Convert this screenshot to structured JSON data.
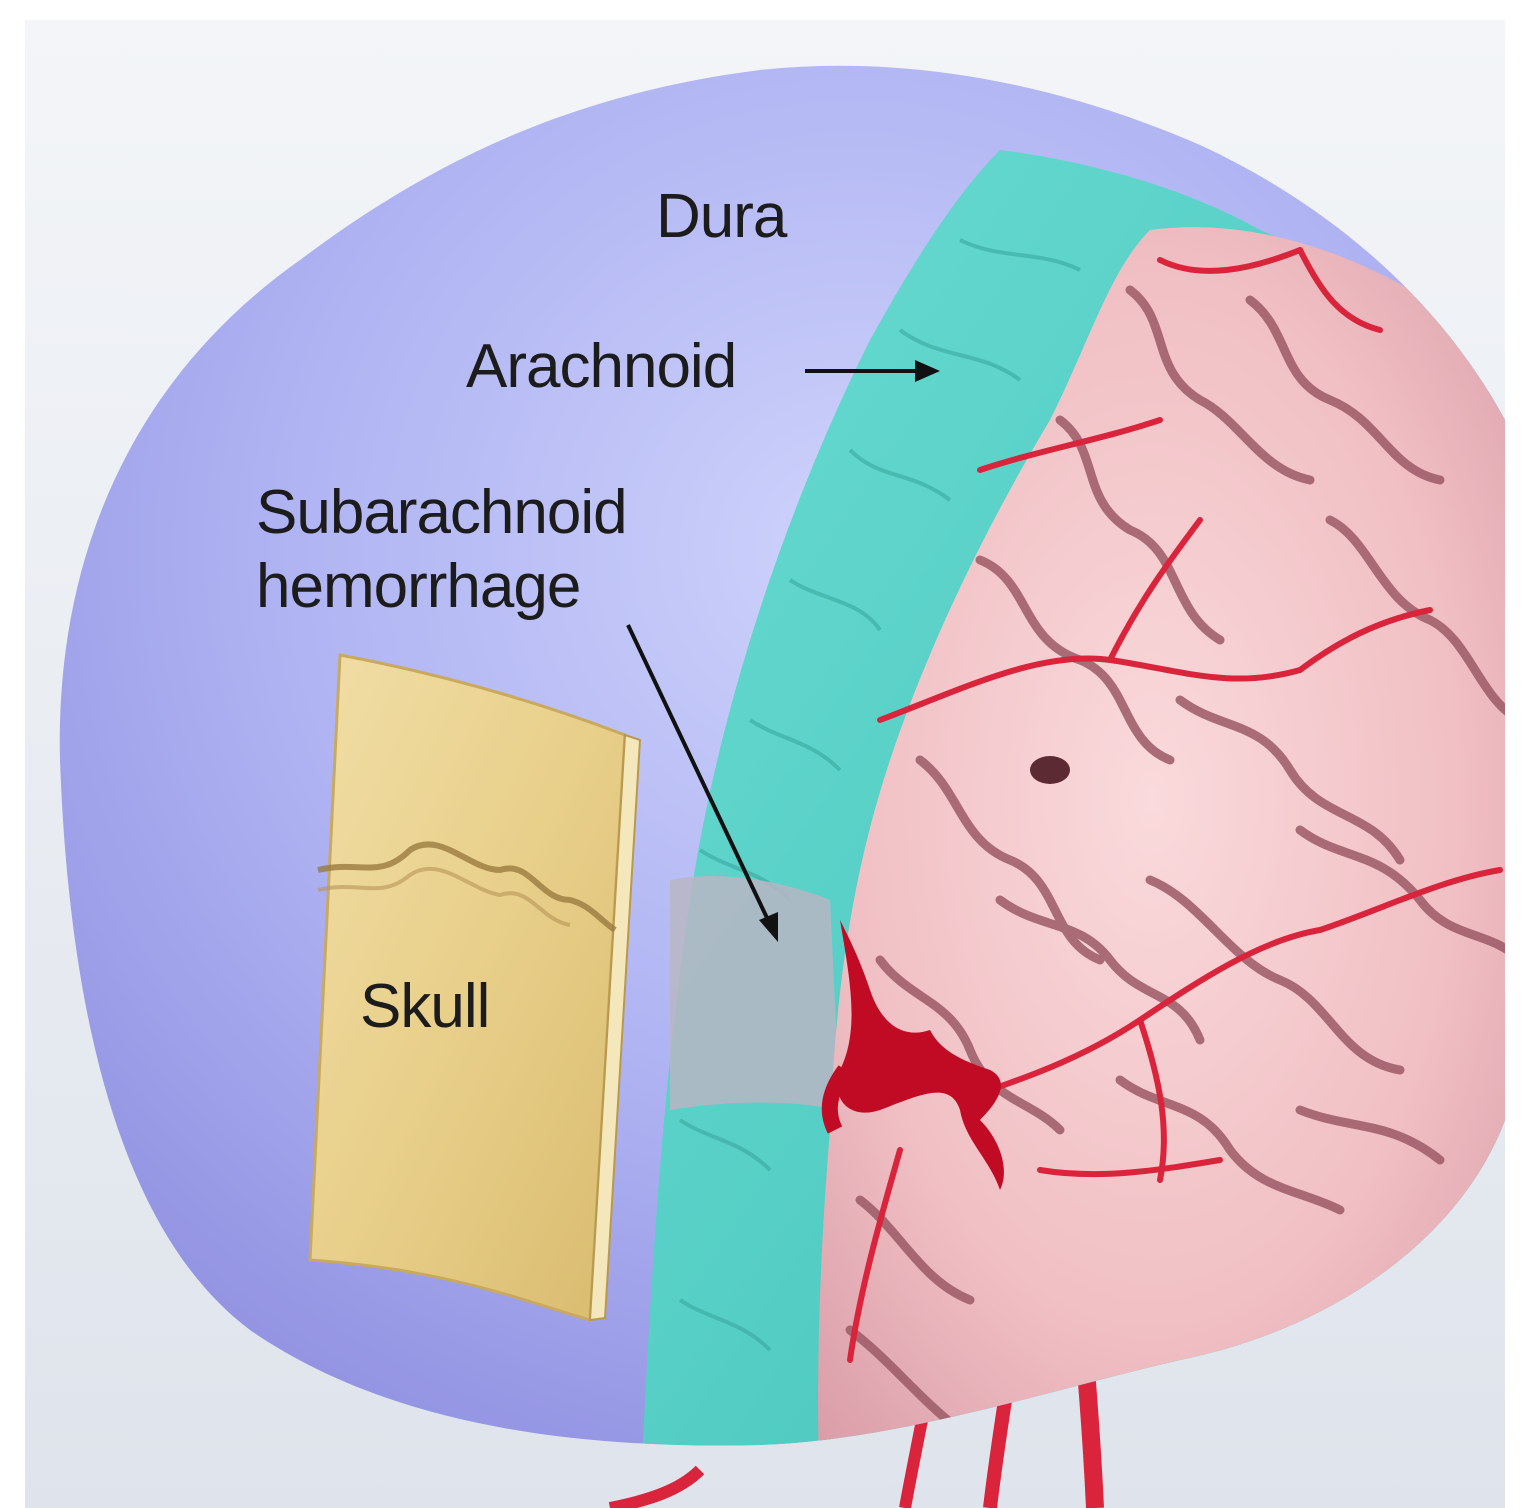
{
  "labels": {
    "dura": "Dura",
    "arachnoid": "Arachnoid",
    "subarachnoid_line1": "Subarachnoid",
    "subarachnoid_line2": "hemorrhage",
    "skull": "Skull"
  },
  "colors": {
    "background": "#e9ecf3",
    "dura": "#a6a9ee",
    "arachnoid": "#57d2c8",
    "brain": "#f2c3c6",
    "sulci": "#b9707c",
    "vessels": "#d9243b",
    "hemorrhage": "#c10b24",
    "skull": "#e6cf8c"
  }
}
